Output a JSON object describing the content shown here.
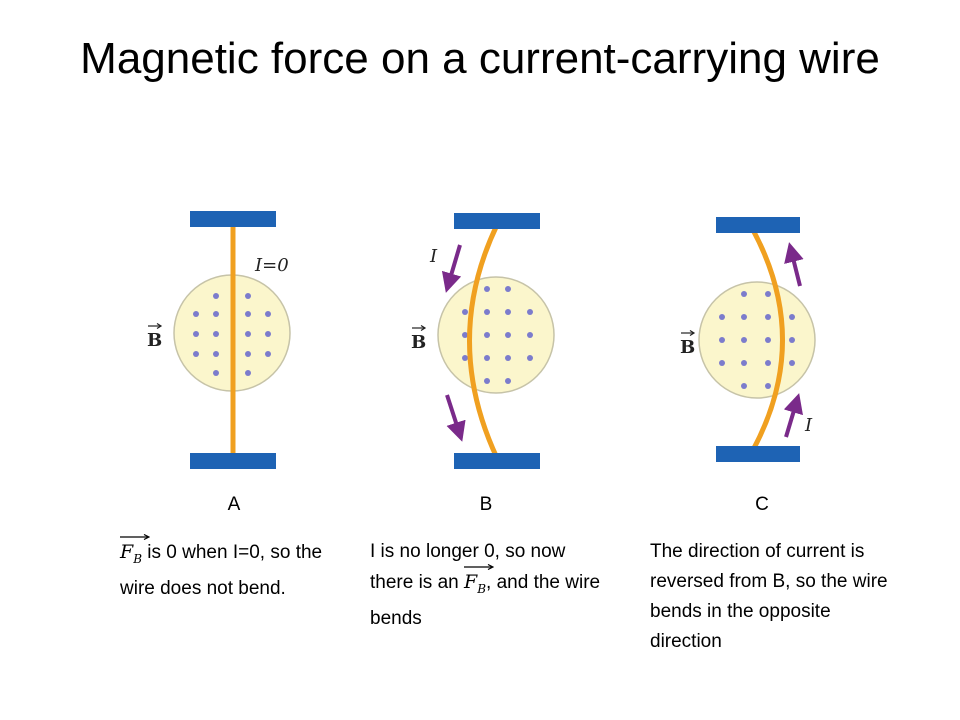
{
  "title": "Magnetic force on a current-carrying wire",
  "colors": {
    "plate": "#1e63b4",
    "wire": "#f0a020",
    "field_disc": "#fbf6cc",
    "field_disc_border": "#c6c3a8",
    "dot": "#7c7ccc",
    "current_arrow": "#7a2a8a"
  },
  "panels": [
    {
      "label": "A",
      "b_label": "B",
      "current_label": "I=0",
      "description_parts": [
        "is 0 when I=0, so the wire does not bend."
      ]
    },
    {
      "label": "B",
      "b_label": "B",
      "current_label": "I",
      "description_parts": [
        "I is no longer 0, so now there is an",
        ", and the wire bends"
      ]
    },
    {
      "label": "C",
      "b_label": "B",
      "current_label": "I",
      "description_parts": [
        "The direction of current is reversed from B, so the wire bends in the opposite direction"
      ]
    }
  ],
  "force_symbol": {
    "letter": "F",
    "subscript": "B"
  }
}
